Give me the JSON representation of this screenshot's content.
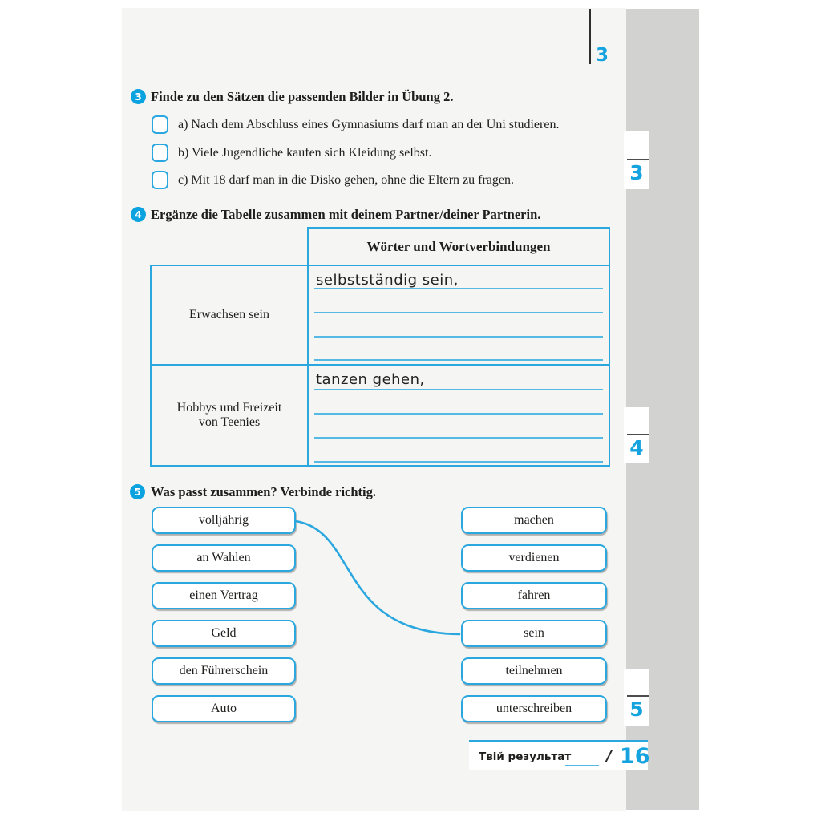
{
  "page": {
    "corner_number": "3",
    "side_tabs": [
      {
        "number": "3"
      },
      {
        "number": "4"
      },
      {
        "number": "5"
      }
    ]
  },
  "exercise3": {
    "number": "3",
    "title": "Finde zu den Sätzen die passenden Bilder in Übung 2.",
    "items": [
      {
        "label": "a) Nach dem Abschluss eines Gymnasiums darf man an der Uni studieren."
      },
      {
        "label": "b) Viele Jugendliche kaufen sich Kleidung selbst."
      },
      {
        "label": "c) Mit 18 darf man in die Disko gehen, ohne die Eltern zu fragen."
      }
    ]
  },
  "exercise4": {
    "number": "4",
    "title": "Ergänze die Tabelle zusammen mit deinem Partner/deiner Partnerin.",
    "table": {
      "header": "Wörter und Wortverbindungen",
      "rows": [
        {
          "category": "Erwachsen sein",
          "entry": "selbstständig sein,"
        },
        {
          "category": "Hobbys und Freizeit von Teenies",
          "entry": "tanzen gehen,"
        }
      ]
    }
  },
  "exercise5": {
    "number": "5",
    "title": "Was passt zusammen? Verbinde richtig.",
    "left_items": [
      "volljährig",
      "an Wahlen",
      "einen Vertrag",
      "Geld",
      "den Führerschein",
      "Auto"
    ],
    "right_items": [
      "machen",
      "verdienen",
      "fahren",
      "sein",
      "teilnehmen",
      "unterschreiben"
    ],
    "connection": {
      "from": "volljährig",
      "to": "sein"
    }
  },
  "result": {
    "label": "Твій результат",
    "separator": "/",
    "total": "16"
  },
  "colors": {
    "accent_blue": "#2aa7df",
    "number_blue": "#14a3de",
    "ruled_line_blue": "#54b9e4",
    "page_bg": "#f5f5f3",
    "gray_band": "#d2d2d1",
    "text": "#1e1e1c"
  }
}
